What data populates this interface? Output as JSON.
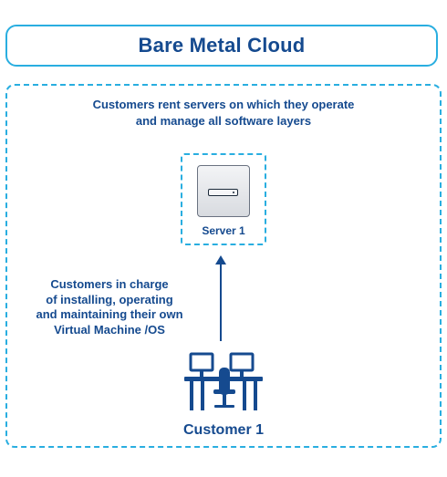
{
  "title": "Bare Metal Cloud",
  "intro": {
    "line1": "Customers rent servers on which they operate",
    "line2": "and manage all software layers"
  },
  "server": {
    "label": "Server 1",
    "icon": "server-icon"
  },
  "responsibility": {
    "line1": "Customers in charge",
    "line2": "of installing, operating",
    "line3": "and maintaining their own",
    "line4": "Virtual Machine /OS"
  },
  "customer": {
    "label": "Customer 1",
    "icon": "workstation-icon"
  },
  "colors": {
    "accent": "#29aee0",
    "text": "#154a8f"
  }
}
